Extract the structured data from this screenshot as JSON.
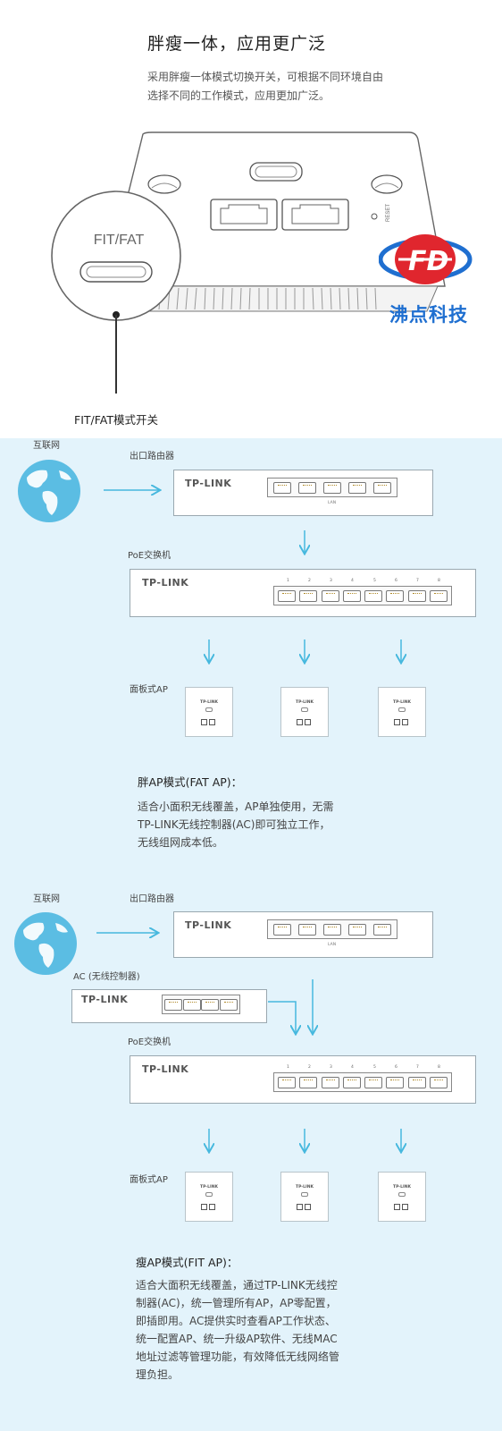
{
  "header": {
    "title": "胖瘦一体，应用更广泛",
    "intro_lines": [
      "采用胖瘦一体模式切换开关，可根据不同环境自由",
      "选择不同的工作模式，应用更加广泛。"
    ]
  },
  "product": {
    "zoom_label": "FIT/FAT",
    "reset_label": "RESET",
    "switch_caption": "FIT/FAT模式开关",
    "watermark_text": "沸点科技"
  },
  "fat_diagram": {
    "internet_label": "互联网",
    "router_label": "出口路由器",
    "router_brand": "TP-LINK",
    "lan_label": "LAN",
    "poe_label": "PoE交换机",
    "poe_brand": "TP-LINK",
    "port_numbers": [
      "1",
      "2",
      "3",
      "4",
      "5",
      "6",
      "7",
      "8"
    ],
    "ap_label": "面板式AP",
    "ap_brand": "TP-LINK",
    "mode_title": "胖AP模式(FAT AP)：",
    "mode_desc": [
      "适合小面积无线覆盖，AP单独使用，无需",
      "TP-LINK无线控制器(AC)即可独立工作，",
      "无线组网成本低。"
    ]
  },
  "fit_diagram": {
    "internet_label": "互联网",
    "router_label": "出口路由器",
    "router_brand": "TP-LINK",
    "lan_label": "LAN",
    "ac_label": "AC (无线控制器)",
    "ac_brand": "TP-LINK",
    "poe_label": "PoE交换机",
    "poe_brand": "TP-LINK",
    "port_numbers": [
      "1",
      "2",
      "3",
      "4",
      "5",
      "6",
      "7",
      "8"
    ],
    "ap_label": "面板式AP",
    "ap_brand": "TP-LINK",
    "mode_title": "瘦AP模式(FIT AP)：",
    "mode_desc": [
      "适合大面积无线覆盖，通过TP-LINK无线控",
      "制器(AC)，统一管理所有AP，AP零配置，",
      "即插即用。AC提供实时查看AP工作状态、",
      "统一配置AP、统一升级AP软件、无线MAC",
      "地址过滤等管理功能，有效降低无线网络管",
      "理负担。"
    ]
  },
  "colors": {
    "arrow": "#46b8de",
    "globe": "#5bbde3",
    "background": "#e3f3fb",
    "watermark_blue": "#1f6fd0",
    "watermark_red": "#e0262e"
  }
}
